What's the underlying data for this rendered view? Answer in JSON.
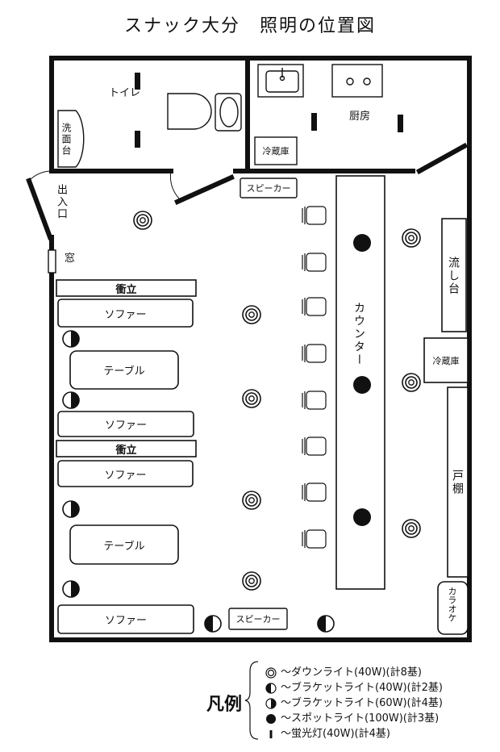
{
  "title": "スナック大分　照明の位置図",
  "rooms": {
    "toilet": "トイレ",
    "washbasin": "洗面台",
    "kitchen": "厨房",
    "fridge_kitchen": "冷蔵庫",
    "entrance": "出入口",
    "window": "窓",
    "speaker_top": "スピーカー",
    "speaker_bottom": "スピーカー",
    "counter": "カウンター",
    "sink": "流し台",
    "fridge_right": "冷蔵庫",
    "shelf": "戸棚",
    "karaoke": "カラオケ"
  },
  "furniture": {
    "partition_1": "衝立",
    "sofa_1": "ソファー",
    "table_1": "テーブル",
    "sofa_2": "ソファー",
    "partition_2": "衝立",
    "sofa_3": "ソファー",
    "table_2": "テーブル",
    "sofa_4": "ソファー"
  },
  "legend": {
    "title": "凡例",
    "items": [
      {
        "symbol": "downlight-icon",
        "text": "～ダウンライト(40W)(計8基)"
      },
      {
        "symbol": "bracket-40w-icon",
        "text": "～ブラケットライト(40W)(計2基)"
      },
      {
        "symbol": "bracket-60w-icon",
        "text": "～ブラケットライト(60W)(計4基)"
      },
      {
        "symbol": "spotlight-icon",
        "text": "～スポットライト(100W)(計3基)"
      },
      {
        "symbol": "fluorescent-icon",
        "text": "～蛍光灯(40W)(計4基)"
      }
    ]
  }
}
